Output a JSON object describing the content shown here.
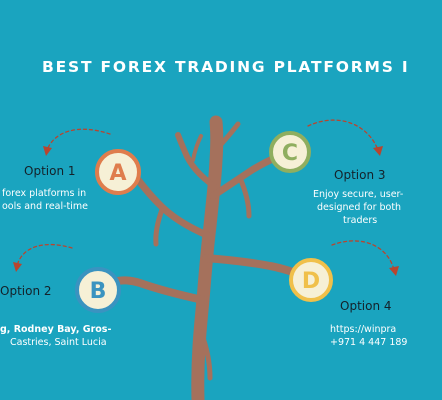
{
  "title": "BEST FOREX TRADING PLATFORMS I",
  "colors": {
    "background": "#1aa4bf",
    "trunk": "#a5715c",
    "circle_fill": "#f6f0d6",
    "ring_a": "#df7d4d",
    "ring_b": "#3a93c0",
    "ring_c": "#8fae5f",
    "ring_d": "#f0c04a"
  },
  "options": [
    {
      "label": "Option 1",
      "letter": "A",
      "description": [
        "forex platforms in",
        "ools and real-time"
      ]
    },
    {
      "label": "Option 2",
      "letter": "B",
      "description": [
        "g, Rodney Bay, Gros-",
        "Castries, Saint Lucia"
      ]
    },
    {
      "label": "Option 3",
      "letter": "C",
      "description": [
        "Enjoy secure, user-",
        "designed for both",
        "traders"
      ]
    },
    {
      "label": "Option 4",
      "letter": "D",
      "description": [
        "https://winpra",
        "+971 4 447 189"
      ]
    }
  ]
}
